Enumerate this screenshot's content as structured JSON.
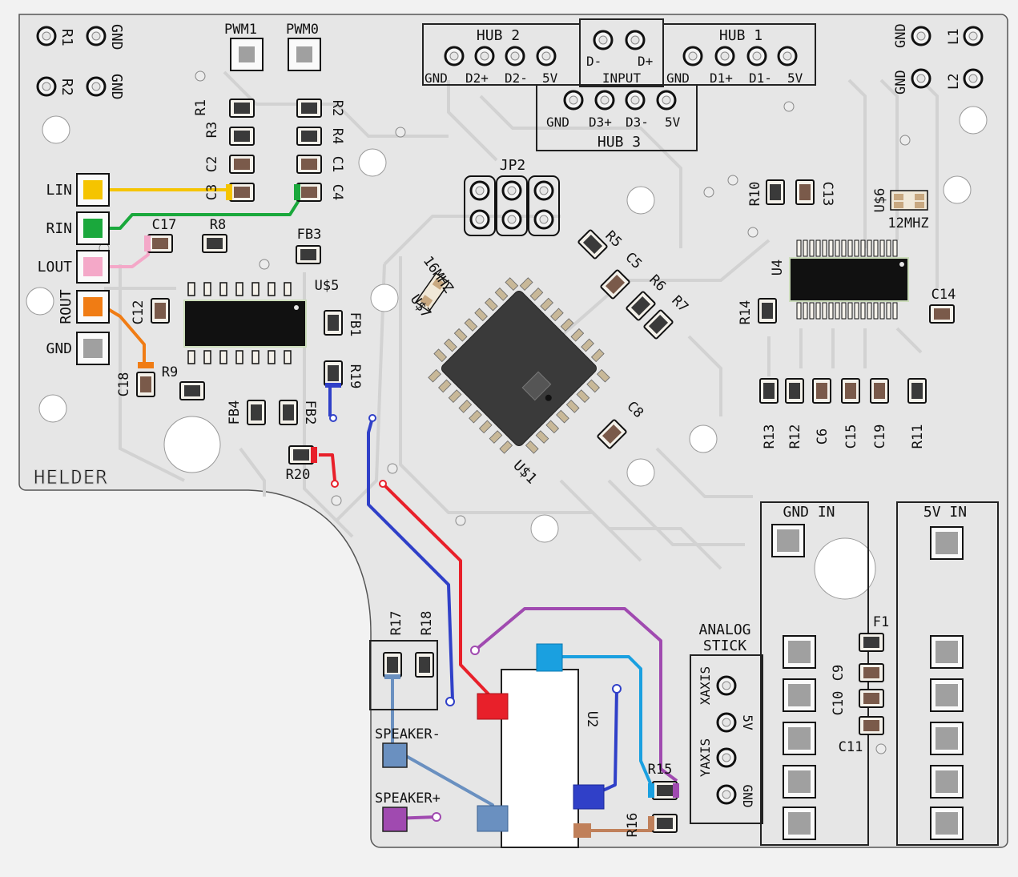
{
  "board_label": "HELDER",
  "labels": {
    "gnd": "GND",
    "r1": "R1",
    "r2": "R2",
    "pwm1": "PWM1",
    "pwm0": "PWM0",
    "hub2": "HUB 2",
    "hub1": "HUB 1",
    "hub3": "HUB 3",
    "d_minus": "D-",
    "d_plus": "D+",
    "input": "INPUT",
    "d2p": "D2+",
    "d2m": "D2-",
    "d1p": "D1+",
    "d1m": "D1-",
    "d3p": "D3+",
    "d3m": "D3-",
    "v5": "5V",
    "l1": "L1",
    "l2": "L2",
    "lin": "LIN",
    "rin": "RIN",
    "lout": "LOUT",
    "rout": "ROUT",
    "c17": "C17",
    "r8": "R8",
    "fb3": "FB3",
    "c12": "C12",
    "us5": "U$5",
    "fb1": "FB1",
    "r19": "R19",
    "c18": "C18",
    "r9": "R9",
    "fb4": "FB4",
    "fb2": "FB2",
    "r20": "R20",
    "jp2": "JP2",
    "mhz16": "16MHZ",
    "us7": "U$7",
    "us1": "U$1",
    "r5": "R5",
    "c5": "C5",
    "r6": "R6",
    "r7": "R7",
    "c8": "C8",
    "r10": "R10",
    "c13": "C13",
    "us6": "U$6",
    "mhz12": "12MHZ",
    "u4": "U4",
    "r14": "R14",
    "c14": "C14",
    "r13": "R13",
    "r12": "R12",
    "c6": "C6",
    "c15": "C15",
    "c19": "C19",
    "r11": "R11",
    "r3": "R3",
    "c2": "C2",
    "c3": "C3",
    "r4": "R4",
    "c1": "C1",
    "c4": "C4",
    "gnd_in": "GND IN",
    "v5_in": "5V IN",
    "analog": "ANALOG",
    "stick": "STICK",
    "xaxis": "XAXIS",
    "yaxis": "YAXIS",
    "f1": "F1",
    "c9": "C9",
    "c10": "C10",
    "c11": "C11",
    "r15": "R15",
    "r16": "R16",
    "r17": "R17",
    "r18": "R18",
    "u2": "U2",
    "speaker_minus": "SPEAKER-",
    "speaker_plus": "SPEAKER+"
  },
  "colors": {
    "board": "#e6e6e6",
    "trace": "#d2d2d2",
    "yellow": "#f5c400",
    "green": "#1aa83c",
    "pink": "#f4a8c8",
    "orange": "#f07c14",
    "blue": "#3040c8",
    "red": "#e8202a",
    "purple": "#a04ab0",
    "cyan": "#1aa0e0",
    "steel": "#6a90c0",
    "brown": "#c0805a"
  }
}
